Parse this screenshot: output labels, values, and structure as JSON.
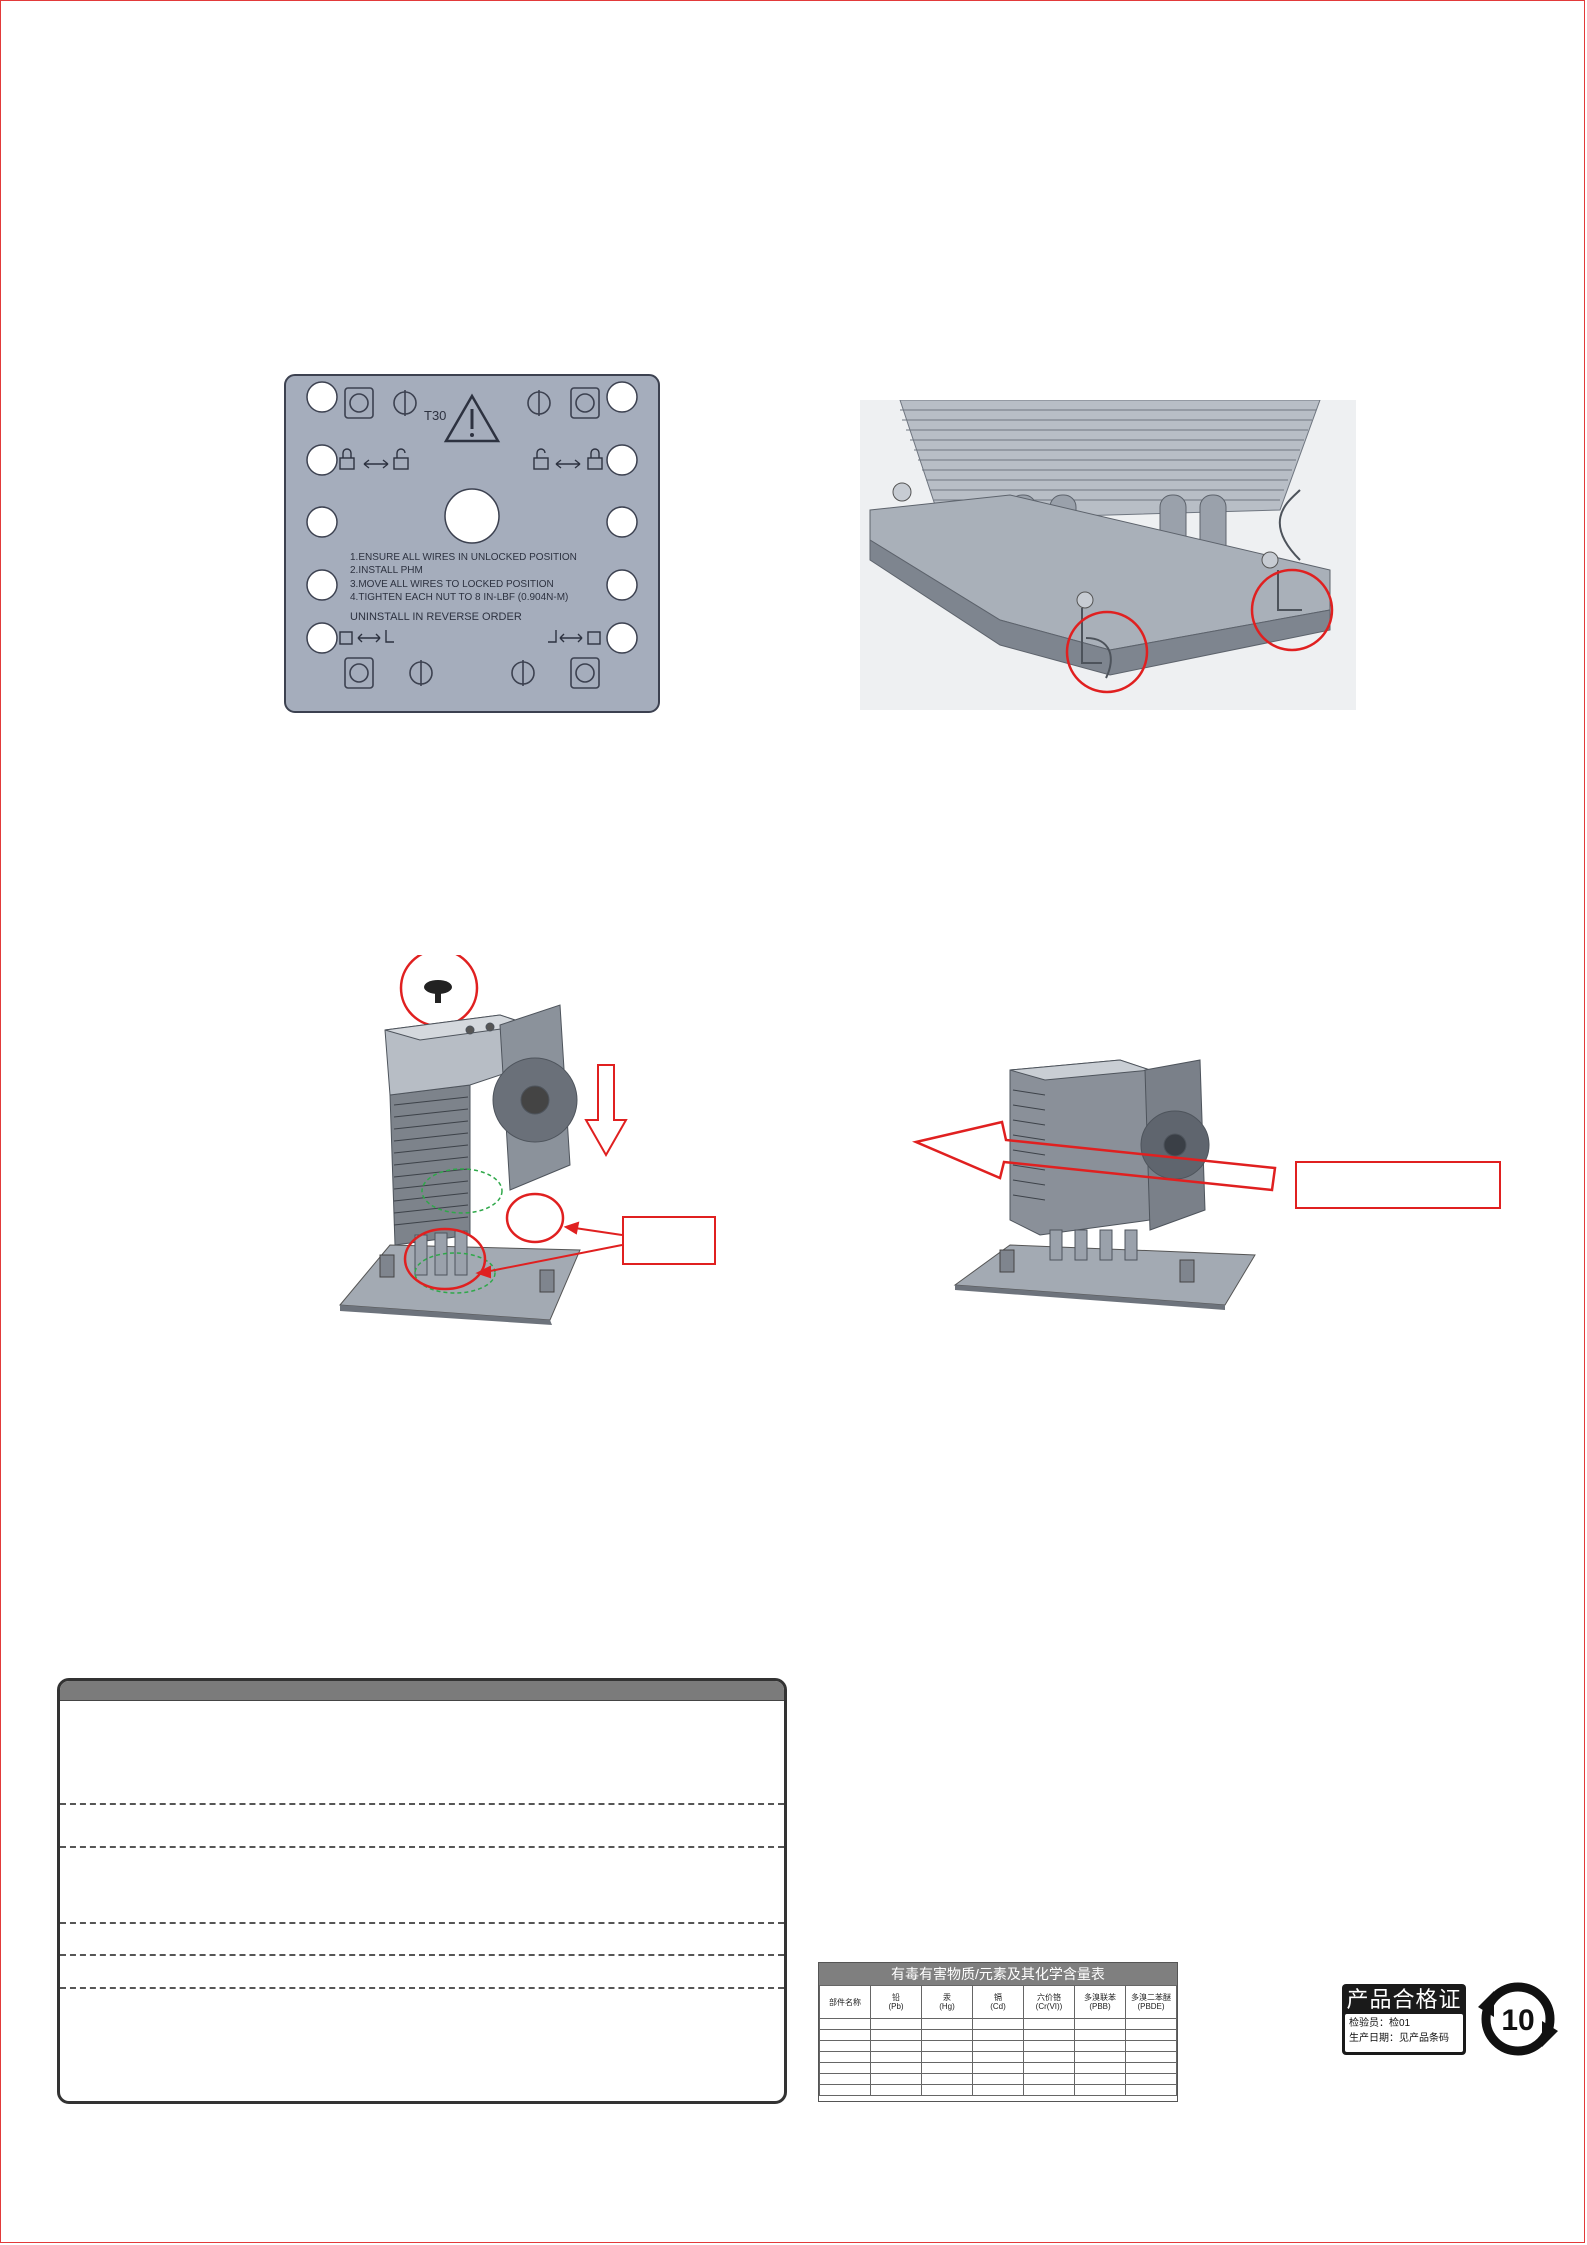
{
  "label_plate": {
    "tool": "T30",
    "steps": [
      "1.ENSURE ALL WIRES IN UNLOCKED POSITION",
      "2.INSTALL PHM",
      "3.MOVE ALL WIRES TO LOCKED POSITION",
      "4.TIGHTEN EACH NUT TO 8 IN-LBF (0.904N-M)"
    ],
    "uninstall": "UNINSTALL IN REVERSE ORDER"
  },
  "rohs_table": {
    "title": "有毒有害物质/元素及其化学含量表",
    "headers": [
      "部件名称",
      "铅\n(Pb)",
      "汞\n(Hg)",
      "镉\n(Cd)",
      "六价铬\n(Cr(VI))",
      "多溴联苯\n(PBB)",
      "多溴二苯醚\n(PBDE)"
    ],
    "rows": 7
  },
  "certificate": {
    "title": "产品合格证",
    "inspector": "检验员：检01",
    "date": "生产日期：见产品条码"
  },
  "epup_mark": "10",
  "colors": {
    "plate": "#a5adbc",
    "accent_red": "#e02020",
    "panel_header": "#7b7b7b"
  }
}
